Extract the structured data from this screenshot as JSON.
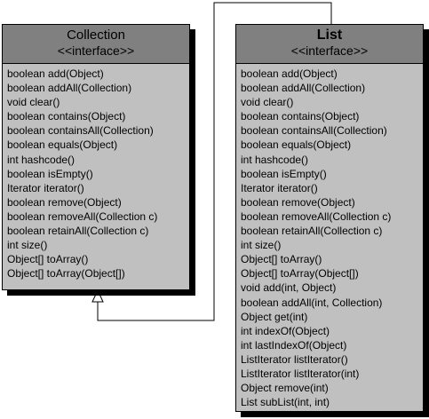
{
  "collection": {
    "name": "Collection",
    "stereotype": "<<interface>>",
    "operations": [
      "boolean add(Object)",
      "boolean addAll(Collection)",
      "void clear()",
      "boolean contains(Object)",
      "boolean containsAll(Collection)",
      "boolean equals(Object)",
      "int hashcode()",
      "boolean isEmpty()",
      "Iterator iterator()",
      "boolean remove(Object)",
      "boolean removeAll(Collection c)",
      "boolean retainAll(Collection c)",
      "int size()",
      "Object[] toArray()",
      "Object[] toArray(Object[])"
    ]
  },
  "list": {
    "name": "List",
    "stereotype": "<<interface>>",
    "operations": [
      "boolean add(Object)",
      "boolean addAll(Collection)",
      "void clear()",
      "boolean contains(Object)",
      "boolean containsAll(Collection)",
      "boolean equals(Object)",
      "int hashcode()",
      "boolean isEmpty()",
      "Iterator iterator()",
      "boolean remove(Object)",
      "boolean removeAll(Collection c)",
      "boolean retainAll(Collection c)",
      "int size()",
      "Object[] toArray()",
      "Object[] toArray(Object[])",
      "void add(int, Object)",
      "boolean addAll(int, Collection)",
      "Object get(int)",
      "int indexOf(Object)",
      "int lastIndexOf(Object)",
      "ListIterator listIterator()",
      "ListIterator listIterator(int)",
      "Object remove(int)",
      "List subList(int, int)"
    ]
  }
}
